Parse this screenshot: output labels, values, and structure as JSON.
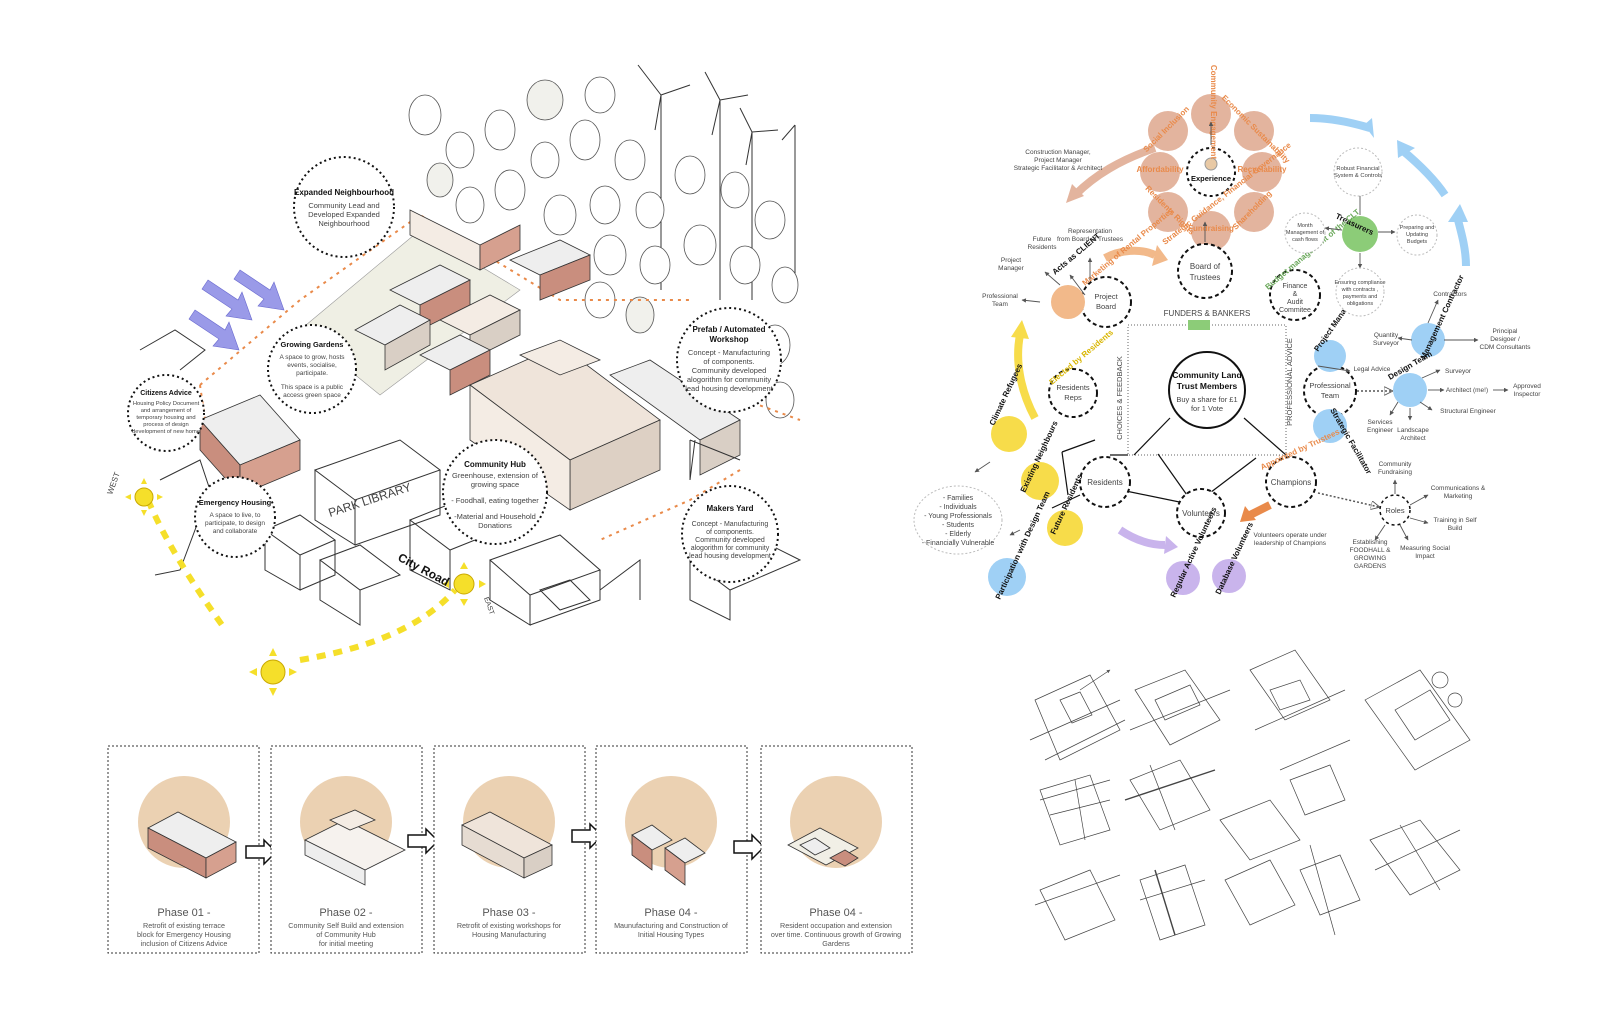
{
  "colors": {
    "peach": "#e8c9a5",
    "orange": "#f2b98a",
    "yellow": "#f7dc4a",
    "blue": "#9fd0f5",
    "green": "#8ccc78",
    "lavender": "#c9b4ec",
    "pink": "#e3b49e",
    "sun": "#f5df2a",
    "dashed_orange": "#e98a4a",
    "arrow_blue": "#9a9ae8"
  },
  "axo": {
    "bubbles": {
      "expanded": {
        "title": "Expanded Neighbourhood",
        "lines": [
          "Community Lead and",
          "Developed Expanded",
          "Neighbourhood"
        ]
      },
      "growing": {
        "title": "Growing Gardens",
        "lines": [
          "A space to grow, hosts",
          "events, socialise,",
          "participate.",
          "",
          "This space is a public",
          "access green space"
        ]
      },
      "citizens": {
        "title": "Citizens Advice",
        "lines": [
          "Housing Policy Document",
          "and arrangement of",
          "temporary housing and",
          "process of design",
          "development of new home"
        ]
      },
      "emergency": {
        "title": "Emergency Housing",
        "lines": [
          "A space to live, to",
          "participate, to design",
          "and collaborate"
        ]
      },
      "hub": {
        "title": "Community Hub",
        "lines": [
          "Greenhouse, extension of",
          "growing space",
          "",
          "- Foodhall, eating together",
          "",
          "-Material and Household",
          "Donations"
        ]
      },
      "prefab": {
        "title": "Prefab / Automated",
        "title2": "Workshop",
        "lines": [
          "Concept - Manufacturing",
          "of components.",
          "Community developed",
          "alogorithm for community",
          "lead housing development"
        ]
      },
      "makers": {
        "title": "Makers Yard",
        "lines": [
          "Concept - Manufacturing",
          "of components.",
          "Community developed",
          "alogorithm for community",
          "lead housing development"
        ]
      }
    },
    "labels": {
      "park_library": "PARK  LIBRARY",
      "city_road": "City Road",
      "west": "WEST",
      "east": "EAST"
    }
  },
  "phases": [
    {
      "title": "Phase 01 -",
      "lines": [
        "Retrofit of existing terrace",
        "block for Emergency Housing",
        "inclusion of Citizens Advice"
      ]
    },
    {
      "title": "Phase 02 -",
      "lines": [
        "Community Self Build and extension",
        "of Community Hub",
        "for initial meeting"
      ]
    },
    {
      "title": "Phase 03 -",
      "lines": [
        "Retrofit of existing workshops for",
        "Housing Manufacturing"
      ]
    },
    {
      "title": "Phase 04 -",
      "lines": [
        "Maunufacturing and Construction of",
        "Initial Housing Types"
      ]
    },
    {
      "title": "Phase 04 -",
      "lines": [
        "Resident occupation and extension",
        "over time. Continuous growth of Growing",
        "Gardens"
      ]
    }
  ],
  "org": {
    "center": {
      "title1": "Community Land",
      "title2": "Trust Members",
      "sub1": "Buy a share for £1",
      "sub2": "for 1 Vote"
    },
    "frame": {
      "top": "FUNDERS & BANKERS",
      "left": "CHOICES & FEEDBACK",
      "right": "PROFESSIONAL ADVICE"
    },
    "experience": {
      "center": "Experience",
      "petals": [
        "Community Engagement",
        "Economic Sustainability",
        "Recyclability",
        "Shareholding",
        "Fundraising",
        "Residents Rights",
        "Affordability",
        "Social Inclusion"
      ]
    },
    "nodes": {
      "board_trustees": "Board of\nTrustees",
      "project_board": "Project\nBoard",
      "finance": "Finance\n&\nAudit\nCommitee",
      "residents_reps": "Residents\nReps",
      "professional_team": "Professional\nTeam",
      "residents": "Residents",
      "champions": "Champions",
      "volunteers": "Volunteers",
      "roles": "Roles"
    },
    "rotated": {
      "acts_client": "Acts as CLIENT",
      "treasurers": "Treasurers",
      "climate": "Climate Refugees",
      "existing": "Existing Neighbours",
      "future": "Future Residents",
      "participation": "Participation with Design Team",
      "regular": "Regular Active Volunteers",
      "database": "Database Volunteers",
      "project_manager": "Project Manager",
      "strategic": "Strategic Facilitator",
      "design_team": "Design Team",
      "contractor": "Management Contractor",
      "appointed": "Appointed by Trustees",
      "elected": "Elected by Residents",
      "guidance": "Strategic Guidance, Financial Governance",
      "budget": "Budget management of the CLT",
      "marketing": "Marketing of Rental Properties"
    },
    "notes": {
      "construction": [
        "Construction Manager,",
        "Project Manager",
        "Strategic Facilitator & Architect"
      ],
      "representation": [
        "Representation",
        "from Board of Trustees"
      ],
      "future_residents": [
        "Future",
        "Residents"
      ],
      "project_manager": [
        "Project",
        "Manager"
      ],
      "professional_team": [
        "Professional",
        "Team"
      ],
      "robust": [
        "Robust Financial",
        "System & Controls"
      ],
      "month": [
        "Month",
        "Management of",
        "cash flows"
      ],
      "preparing": [
        "Preparing and",
        "Updating",
        "Budgets"
      ],
      "ensuring": [
        "Ensuring compliance",
        "with contracts ,",
        "payments and",
        "obligations"
      ],
      "contractors": "Contractors",
      "quantity": [
        "Quantity",
        "Surveyor"
      ],
      "principal": [
        "Principal",
        "Desigoer /",
        "CDM Consultants"
      ],
      "legal": "Legal Advice",
      "surveyor": "Surveyor",
      "architect": "Architect (me!)",
      "approved": [
        "Approved",
        "Inspector"
      ],
      "services": [
        "Services",
        "Engineer"
      ],
      "landscape": [
        "Landscape",
        "Architect"
      ],
      "structural": "Structural Engineer",
      "families": [
        "- Families",
        "- Individuals",
        "- Young Professionals",
        "- Students",
        "- Elderly",
        "- Financially Vulnerable"
      ],
      "volunteers_op": [
        "Volunteers operate under",
        "leadership of Champions"
      ],
      "fundraising": [
        "Community",
        "Fundraising"
      ],
      "comms": [
        "Communications &",
        "Marketing"
      ],
      "training": [
        "Training in Self",
        "Build"
      ],
      "measuring": [
        "Measuring Social",
        "Impact"
      ],
      "establishing": [
        "Establishing",
        "FOODHALL &",
        "GROWING",
        "GARDENS"
      ]
    }
  }
}
